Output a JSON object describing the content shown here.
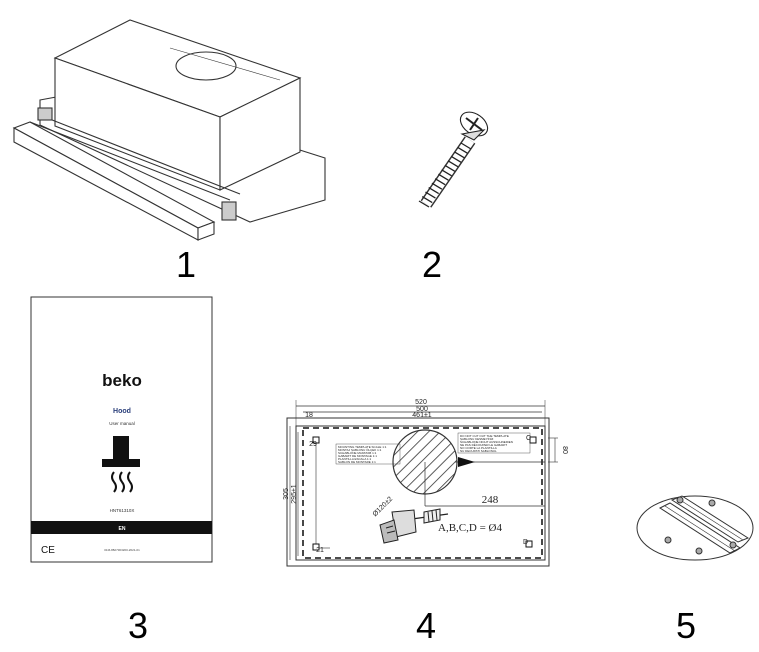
{
  "parts": [
    {
      "number": "1",
      "icon": "cooker-hood-icon"
    },
    {
      "number": "2",
      "icon": "screw-icon"
    },
    {
      "number": "3",
      "icon": "user-manual-icon"
    },
    {
      "number": "4",
      "icon": "drilling-template-icon"
    },
    {
      "number": "5",
      "icon": "round-filter-plate-icon"
    }
  ],
  "manual": {
    "brand": "beko",
    "title": "Hood",
    "subtitle": "User manual",
    "model": "HNT61310X",
    "lang": "EN",
    "ce": "CE",
    "docno": "01M-8827303200-2621-01"
  },
  "template": {
    "dim_520": "520",
    "dim_500": "500",
    "dim_461": "461±1",
    "dim_18": "18",
    "dim_80": "80",
    "dim_248": "248",
    "dim_305": "305",
    "dim_295": "295±1",
    "dim_29": "29",
    "dim_21": "21",
    "circle_dia": "Ø120±2",
    "label_c": "C",
    "label_d": "D",
    "hole_formula": "A,B,C,D = Ø4",
    "left_note": [
      "MOUNTING TEMPLATE SCALE 1:1",
      "MONTAJ ŞABLONU ÖLÇEK 1:1",
      "SCHABLONE MAßSTAB 1:1",
      "GABARIT DE MONTAGE 1:1",
      "PLANTILLA ESCALA 1:1",
      "SABLON DE MONTARE 1:1"
    ],
    "right_note": [
      "DO NOT CUT OUT THE TEMPLATE",
      "ŞABLONU KESMEYİNİZ",
      "SCHABLONE NICHT AUSSCHNEIDEN",
      "NE PAS DÉCOUPER LE GABARIT",
      "NO CORTE LA PLANTILLA",
      "NU DECUPATI SABLONUL"
    ]
  }
}
